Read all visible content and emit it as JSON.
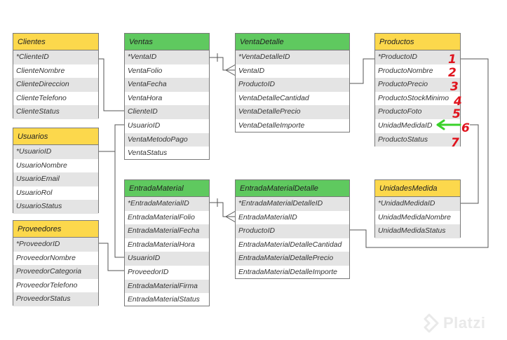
{
  "entities": {
    "clientes": {
      "name": "Clientes",
      "fields": [
        "*ClienteID",
        "ClienteNombre",
        "ClienteDireccion",
        "ClienteTelefono",
        "ClienteStatus"
      ]
    },
    "usuarios": {
      "name": "Usuarios",
      "fields": [
        "*UsuarioID",
        "UsuarioNombre",
        "UsuarioEmail",
        "UsuarioRol",
        "UsuarioStatus"
      ]
    },
    "proveedores": {
      "name": "Proveedores",
      "fields": [
        "*ProveedorID",
        "ProveedorNombre",
        "ProveedorCategoria",
        "ProveedorTelefono",
        "ProveedorStatus"
      ]
    },
    "ventas": {
      "name": "Ventas",
      "fields": [
        "*VentaID",
        "VentaFolio",
        "VentaFecha",
        "VentaHora",
        "ClienteID",
        "UsuarioID",
        "VentaMetodoPago",
        "VentaStatus"
      ]
    },
    "entrada_material": {
      "name": "EntradaMaterial",
      "fields": [
        "*EntradaMaterialID",
        "EntradaMaterialFolio",
        "EntradaMaterialFecha",
        "EntradaMaterialHora",
        "UsuarioID",
        "ProveedorID",
        "EntradaMaterialFirma",
        "EntradaMaterialStatus"
      ]
    },
    "venta_detalle": {
      "name": "VentaDetalle",
      "fields": [
        "*VentaDetalleID",
        "VentaID",
        "ProductoID",
        "VentaDetalleCantidad",
        "VentaDetallePrecio",
        "VentaDetalleImporte"
      ]
    },
    "entrada_material_detalle": {
      "name": "EntradaMaterialDetalle",
      "fields": [
        "*EntradaMaterialDetalleID",
        "EntradaMaterialID",
        "ProductoID",
        "EntradaMaterialDetalleCantidad",
        "EntradaMaterialDetallePrecio",
        "EntradaMaterialDetalleImporte"
      ]
    },
    "productos": {
      "name": "Productos",
      "fields": [
        "*ProductoID",
        "ProductoNombre",
        "ProductoPrecio",
        "ProductoStockMinimo",
        "ProductoFoto",
        "UnidadMedidaID",
        "ProductoStatus"
      ]
    },
    "unidades_medida": {
      "name": "UnidadesMedida",
      "fields": [
        "*UnidadMedidaID",
        "UnidadMedidaNombre",
        "UnidadMedidaStatus"
      ]
    }
  },
  "annotations": {
    "numbers": [
      "1",
      "2",
      "3",
      "4",
      "5",
      "6",
      "7"
    ],
    "red_color": "#e0141e",
    "green_color": "#3ad12a"
  },
  "watermark": {
    "text": "Platzi",
    "color": "#e9e9e9"
  }
}
